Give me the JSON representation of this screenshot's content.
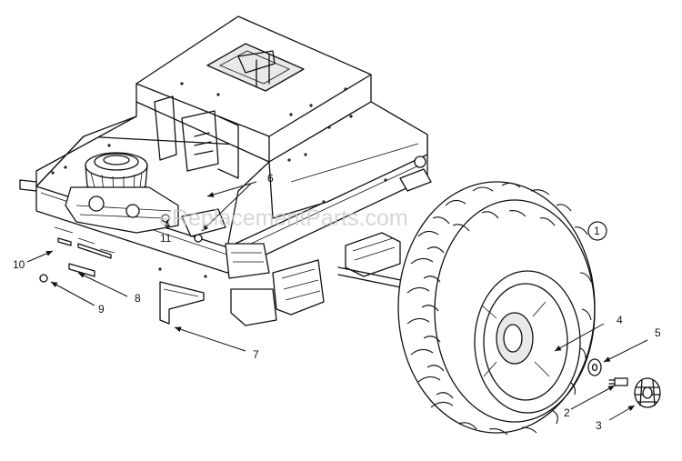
{
  "watermark": "eReplacementParts.com",
  "callouts": {
    "c1": "1",
    "c2": "2",
    "c3": "3",
    "c4": "4",
    "c5": "5",
    "c6": "6",
    "c7": "7",
    "c8": "8",
    "c9": "9",
    "c10": "10",
    "c11": "11"
  },
  "colors": {
    "line": "#111111",
    "paper": "#ffffff",
    "watermark": "#c9c9c9"
  }
}
